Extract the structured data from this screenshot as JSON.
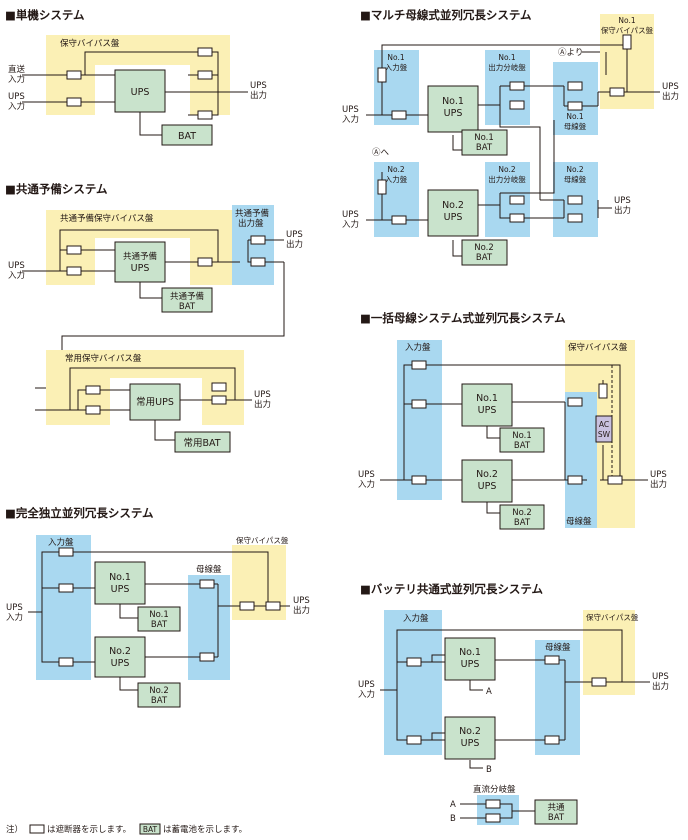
{
  "sections": {
    "tanki": {
      "title": "■単機システム",
      "bypass_panel": "保守バイパス盤",
      "input_direct_1": "直送",
      "input_direct_2": "入力",
      "input_ups_1": "UPS",
      "input_ups_2": "入力",
      "ups": "UPS",
      "bat": "BAT",
      "out_1": "UPS",
      "out_2": "出力"
    },
    "kyotsu": {
      "title": "■共通予備システム",
      "bypass_panel": "共通予備保守バイパス盤",
      "out_panel_1": "共通予備",
      "out_panel_2": "出力盤",
      "ups_1": "共通予備",
      "ups_2": "UPS",
      "bat_1": "共通予備",
      "bat_2": "BAT",
      "in_1": "UPS",
      "in_2": "入力",
      "out_1": "UPS",
      "out_2": "出力",
      "normal_bypass_panel": "常用保守バイパス盤",
      "normal_ups": "常用UPS",
      "normal_bat": "常用BAT",
      "normal_out_1": "UPS",
      "normal_out_2": "出力"
    },
    "kanzen": {
      "title": "■完全独立並列冗長システム",
      "in_panel": "入力盤",
      "bus_panel": "母線盤",
      "bypass_panel": "保守バイパス盤",
      "ups1_1": "No.1",
      "ups1_2": "UPS",
      "bat1_1": "No.1",
      "bat1_2": "BAT",
      "ups2_1": "No.2",
      "ups2_2": "UPS",
      "bat2_1": "No.2",
      "bat2_2": "BAT",
      "in_1": "UPS",
      "in_2": "入力",
      "out_1": "UPS",
      "out_2": "出力"
    },
    "multi": {
      "title": "■マルチ母線式並列冗長システム",
      "bp1_1": "No.1",
      "bp1_2": "保守バイパス盤",
      "from_a": "Ⓐより",
      "to_a": "Ⓐへ",
      "in1_1": "No.1",
      "in1_2": "入力盤",
      "od1_1": "No.1",
      "od1_2": "出力分岐盤",
      "ups1_1": "No.1",
      "ups1_2": "UPS",
      "bat1_1": "No.1",
      "bat1_2": "BAT",
      "bus1_1": "No.1",
      "bus1_2": "母線盤",
      "in2_1": "No.2",
      "in2_2": "入力盤",
      "od2_1": "No.2",
      "od2_2": "出力分岐盤",
      "bus2_1": "No.2",
      "bus2_2": "母線盤",
      "ups2_1": "No.2",
      "ups2_2": "UPS",
      "bat2_1": "No.2",
      "bat2_2": "BAT",
      "in_a_1": "UPS",
      "in_a_2": "入力",
      "in_b_1": "UPS",
      "in_b_2": "入力",
      "out_a_1": "UPS",
      "out_a_2": "出力",
      "out_b_1": "UPS",
      "out_b_2": "出力"
    },
    "ikkatsu": {
      "title": "■一括母線システム式並列冗長システム",
      "in_panel": "入力盤",
      "bypass_panel": "保守バイパス盤",
      "bus_panel": "母線盤",
      "ups1_1": "No.1",
      "ups1_2": "UPS",
      "bat1_1": "No.1",
      "bat1_2": "BAT",
      "ups2_1": "No.2",
      "ups2_2": "UPS",
      "bat2_1": "No.2",
      "bat2_2": "BAT",
      "acsw_1": "AC",
      "acsw_2": "SW",
      "in_1": "UPS",
      "in_2": "入力",
      "out_1": "UPS",
      "out_2": "出力"
    },
    "battery": {
      "title": "■バッテリ共通式並列冗長システム",
      "in_panel": "入力盤",
      "bus_panel": "母線盤",
      "bypass_panel": "保守バイパス盤",
      "ups1_1": "No.1",
      "ups1_2": "UPS",
      "ups2_1": "No.2",
      "ups2_2": "UPS",
      "a": "A",
      "b": "B",
      "in_1": "UPS",
      "in_2": "入力",
      "out_1": "UPS",
      "out_2": "出力",
      "dc_panel": "直流分岐盤",
      "common_bat_1": "共通",
      "common_bat_2": "BAT",
      "a2": "A",
      "b2": "B"
    }
  },
  "note": {
    "prefix": "注）",
    "breaker_text": "は遮断器を示します。",
    "bat_label": "BAT",
    "bat_text": "は蓄電池を示します。"
  }
}
